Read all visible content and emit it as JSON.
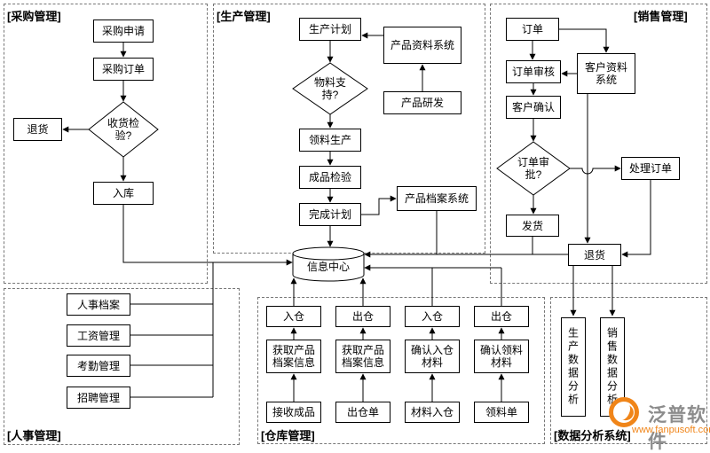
{
  "modules": {
    "procurement": {
      "label": "[采购管理]",
      "nodes": {
        "request": "采购申请",
        "order": "采购订单",
        "inspection": "收货检验?",
        "returns": "退货",
        "stock_in": "入库"
      }
    },
    "production": {
      "label": "[生产管理]",
      "nodes": {
        "plan": "生产计划",
        "product_data_system": "产品资料系统",
        "material_support": "物料支持?",
        "rd": "产品研发",
        "requisition": "领料生产",
        "qc": "成品检验",
        "complete": "完成计划",
        "archive_system": "产品档案系统"
      }
    },
    "sales": {
      "label": "[销售管理]",
      "nodes": {
        "order": "订单",
        "review": "订单审核",
        "customer_system": "客户资料系统",
        "confirm": "客户确认",
        "approval": "订单审批?",
        "process": "处理订单",
        "ship": "发货",
        "returns": "退货"
      }
    },
    "hr": {
      "label": "[人事管理]",
      "nodes": {
        "files": "人事档案",
        "salary": "工资管理",
        "attendance": "考勤管理",
        "recruit": "招聘管理"
      }
    },
    "warehouse": {
      "label": "[仓库管理]",
      "nodes": {
        "in_a": "入仓",
        "out_a": "出仓",
        "in_b": "入仓",
        "out_b": "出仓",
        "get_info_a": "获取产品档案信息",
        "get_info_b": "获取产品档案信息",
        "confirm_in": "确认入仓材料",
        "confirm_req": "确认领料材料",
        "receive_finished": "接收成品",
        "out_slip": "出仓单",
        "material_in": "材料入仓",
        "req_slip": "领料单"
      }
    },
    "analysis": {
      "label": "[数据分析系统]",
      "nodes": {
        "production": "生产数据分析",
        "sales": "销售数据分析"
      }
    }
  },
  "center": {
    "info_center": "信息中心"
  },
  "watermark": {
    "brand": "泛普软件",
    "url": "www.fanpusoft.com"
  },
  "colors": {
    "line": "#000000",
    "watermark_orange": "#f08519",
    "watermark_gray": "#8c8c8c"
  }
}
